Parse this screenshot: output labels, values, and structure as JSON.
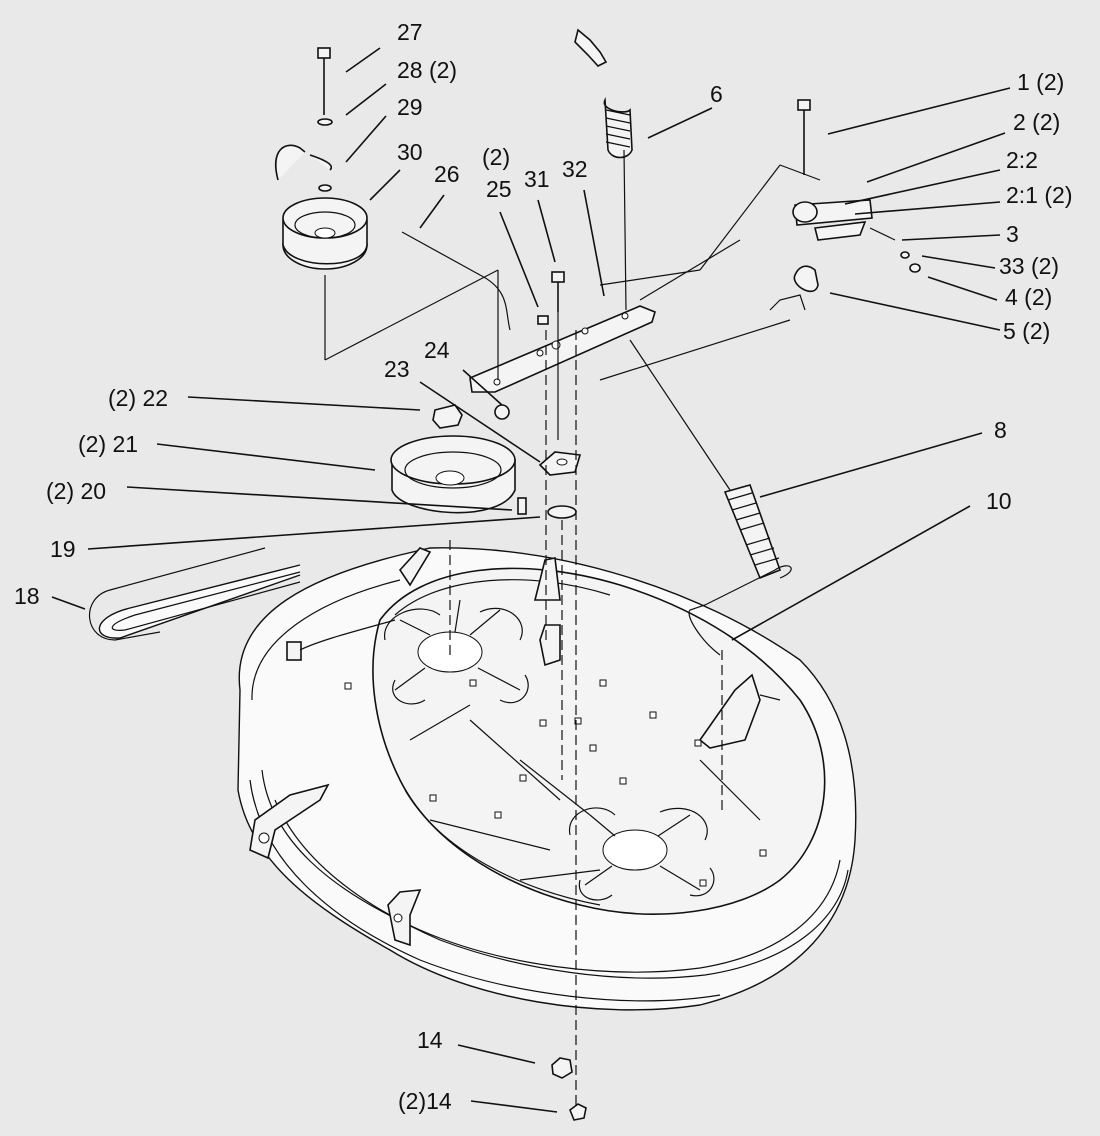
{
  "callouts": [
    {
      "id": "c27",
      "text": "27"
    },
    {
      "id": "c28",
      "text": "28  (2)"
    },
    {
      "id": "c29",
      "text": "29"
    },
    {
      "id": "c30",
      "text": "30"
    },
    {
      "id": "c26",
      "text": "26"
    },
    {
      "id": "c2p",
      "text": "(2)"
    },
    {
      "id": "c25",
      "text": "25"
    },
    {
      "id": "c31",
      "text": "31"
    },
    {
      "id": "c32",
      "text": "32"
    },
    {
      "id": "c6",
      "text": "6"
    },
    {
      "id": "c1",
      "text": "1 (2)"
    },
    {
      "id": "c2",
      "text": "2 (2)"
    },
    {
      "id": "c22b",
      "text": "2:2"
    },
    {
      "id": "c21b",
      "text": "2:1 (2)"
    },
    {
      "id": "c3",
      "text": "3"
    },
    {
      "id": "c33",
      "text": "33 (2)"
    },
    {
      "id": "c4",
      "text": "4 (2)"
    },
    {
      "id": "c5",
      "text": "5 (2)"
    },
    {
      "id": "c24",
      "text": "24"
    },
    {
      "id": "c23",
      "text": "23"
    },
    {
      "id": "c22",
      "text": "(2) 22"
    },
    {
      "id": "c21",
      "text": "(2) 21"
    },
    {
      "id": "c20",
      "text": "(2)  20"
    },
    {
      "id": "c19",
      "text": "19"
    },
    {
      "id": "c18",
      "text": "18"
    },
    {
      "id": "c8",
      "text": "8"
    },
    {
      "id": "c10",
      "text": "10"
    },
    {
      "id": "c14",
      "text": "14"
    },
    {
      "id": "c14b",
      "text": "(2)14"
    }
  ]
}
